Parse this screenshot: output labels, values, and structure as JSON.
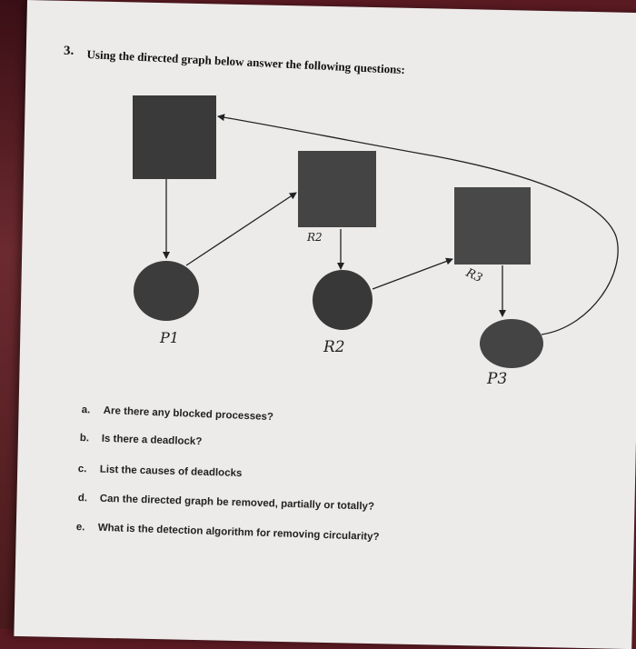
{
  "question": {
    "number": "3.",
    "title": "Using the directed graph below answer the following questions:"
  },
  "graph": {
    "resource_labels": [
      "R2",
      "R3"
    ],
    "process_labels": [
      "P1",
      "R2",
      "P3"
    ]
  },
  "subquestions": [
    {
      "letter": "a.",
      "text": "Are there any blocked processes?"
    },
    {
      "letter": "b.",
      "text": "Is there a deadlock?"
    },
    {
      "letter": "c.",
      "text": "List the causes of deadlocks"
    },
    {
      "letter": "d.",
      "text": "Can the directed graph be removed, partially or totally?"
    },
    {
      "letter": "e.",
      "text": "What is the detection algorithm for removing circularity?"
    }
  ],
  "colors": {
    "paper": "#ecebea",
    "node_fill": "#3b3b3b",
    "ink": "#111111"
  }
}
